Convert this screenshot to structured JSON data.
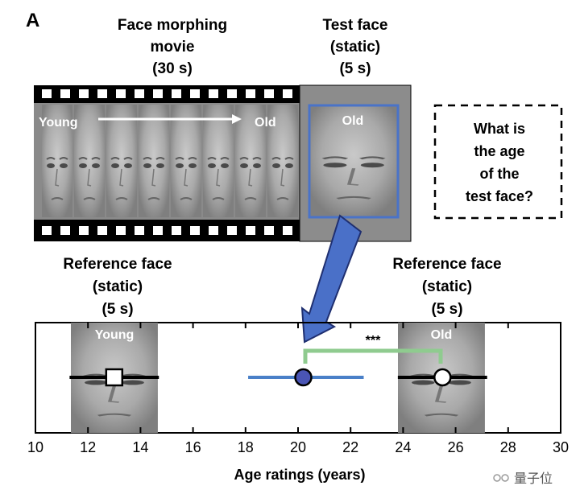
{
  "panel_label": "A",
  "movie": {
    "title_lines": [
      "Face morphing",
      "movie",
      "(30 s)"
    ],
    "label_young": "Young",
    "label_old": "Old"
  },
  "test": {
    "title_lines": [
      "Test face",
      "(static)",
      "(5 s)"
    ],
    "label_old": "Old"
  },
  "question_lines": [
    "What is",
    "the age",
    "of the",
    "test face?"
  ],
  "ref_left": {
    "title_lines": [
      "Reference face",
      "(static)",
      "(5 s)"
    ],
    "label": "Young"
  },
  "ref_right": {
    "title_lines": [
      "Reference face",
      "(static)",
      "(5 s)"
    ],
    "label": "Old"
  },
  "significance": "***",
  "chart_data": {
    "type": "scatter",
    "xlabel": "Age ratings (years)",
    "xlim": [
      10,
      30
    ],
    "xticks": [
      10,
      12,
      14,
      16,
      18,
      20,
      22,
      24,
      26,
      28,
      30
    ],
    "points": [
      {
        "name": "Young reference",
        "x": 13.0,
        "err_low": 11.3,
        "err_high": 14.7,
        "marker": "square",
        "color": "#ffffff",
        "bar_color": "#000000"
      },
      {
        "name": "Test face",
        "x": 20.2,
        "err_low": 18.1,
        "err_high": 22.5,
        "marker": "circle",
        "color": "#4a55b5",
        "bar_color": "#4a80c8"
      },
      {
        "name": "Old reference",
        "x": 25.5,
        "err_low": 23.8,
        "err_high": 27.2,
        "marker": "circle",
        "color": "#ffffff",
        "bar_color": "#000000"
      }
    ]
  },
  "colors": {
    "test_frame": "#4a73c8",
    "arrow": "#4a70c8",
    "sig_bracket": "#8fcb8f"
  },
  "watermark": "量子位"
}
